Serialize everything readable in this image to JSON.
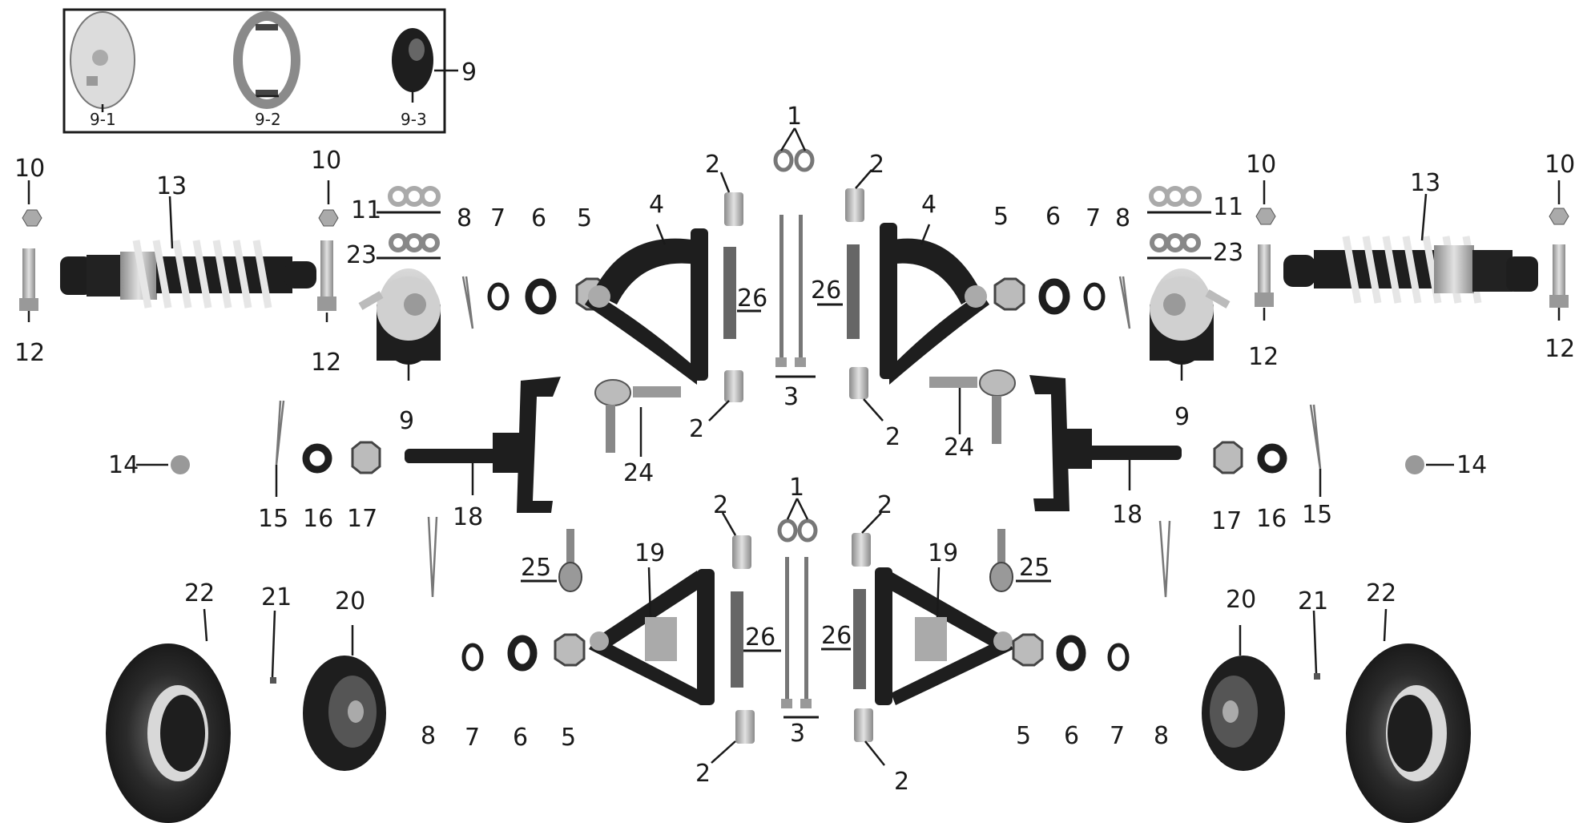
{
  "diagram": {
    "inset_labels": [
      "9-1",
      "9-2",
      "9-3"
    ],
    "inset_callout": "9",
    "callouts": {
      "c1a": "1",
      "c1b": "1",
      "c2a": "2",
      "c2b": "2",
      "c2c": "2",
      "c2d": "2",
      "c2e": "2",
      "c2f": "2",
      "c2g": "2",
      "c2h": "2",
      "c3a": "3",
      "c3b": "3",
      "c4l": "4",
      "c4r": "4",
      "c5a": "5",
      "c5b": "5",
      "c5c": "5",
      "c5d": "5",
      "c6a": "6",
      "c6b": "6",
      "c6c": "6",
      "c6d": "6",
      "c7a": "7",
      "c7b": "7",
      "c7c": "7",
      "c7d": "7",
      "c8a": "8",
      "c8b": "8",
      "c8c": "8",
      "c8d": "8",
      "c9l": "9",
      "c9r": "9",
      "c10a": "10",
      "c10b": "10",
      "c10c": "10",
      "c10d": "10",
      "c11l": "11",
      "c11r": "11",
      "c12a": "12",
      "c12b": "12",
      "c12c": "12",
      "c12d": "12",
      "c13l": "13",
      "c13r": "13",
      "c14l": "14",
      "c14r": "14",
      "c15l": "15",
      "c15r": "15",
      "c16l": "16",
      "c16r": "16",
      "c17l": "17",
      "c17r": "17",
      "c18l": "18",
      "c18r": "18",
      "c19l": "19",
      "c19r": "19",
      "c20l": "20",
      "c20r": "20",
      "c21l": "21",
      "c21r": "21",
      "c22l": "22",
      "c22r": "22",
      "c23l": "23",
      "c23r": "23",
      "c24l": "24",
      "c24r": "24",
      "c25l": "25",
      "c25r": "25",
      "c26a": "26",
      "c26b": "26",
      "c26c": "26",
      "c26d": "26"
    }
  },
  "colors": {
    "ink": "#1a1a1a",
    "part_dark": "#1e1e1e",
    "part_metal": "#b8b8b8",
    "spring": "#e6e6e6",
    "tire": "#2a2a2a"
  }
}
